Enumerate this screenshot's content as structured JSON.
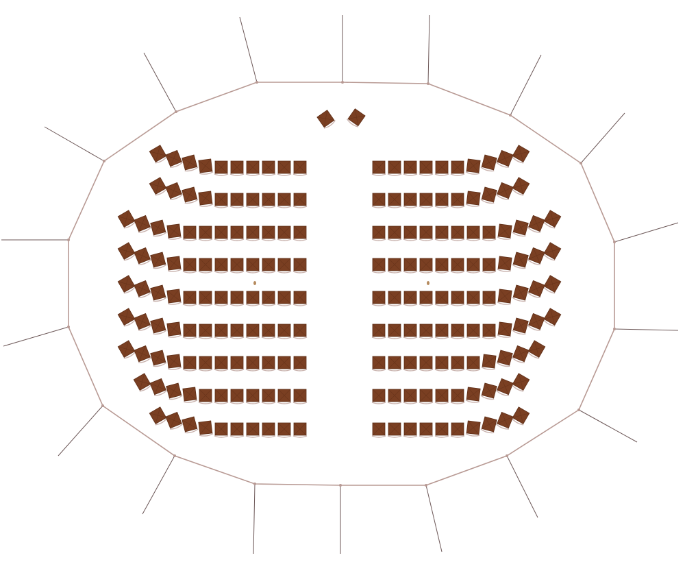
{
  "title": "",
  "colors": {
    "chair": "#7a3f22",
    "chair_dark": "#5e2e17",
    "wall": "#b89a94",
    "spoke": "#6b5656"
  },
  "seating": {
    "left_rows": [
      10,
      10,
      12,
      12,
      12,
      12,
      12,
      11,
      10
    ],
    "right_rows": [
      10,
      10,
      12,
      12,
      12,
      12,
      11,
      10,
      10
    ],
    "podium_chairs": 2
  },
  "icons": [
    "chair-icon",
    "floor-marker-icon"
  ]
}
